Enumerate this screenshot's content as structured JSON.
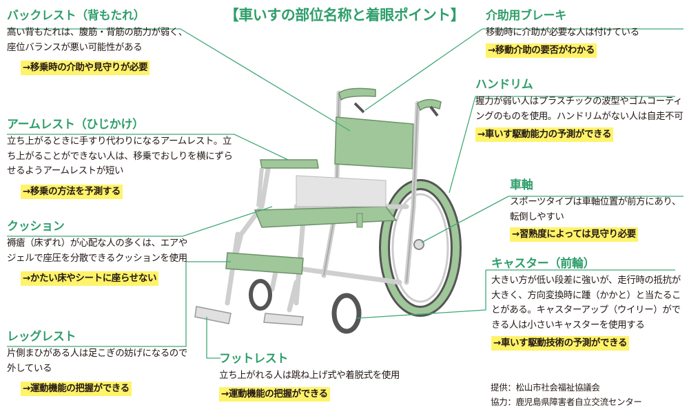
{
  "title": "【車いすの部位名称と着眼ポイント】",
  "sections": {
    "backrest": {
      "heading": "バックレスト（背もたれ）",
      "body": "高い背もたれは、腹筋・背筋の筋力が弱く、座位バランスが悪い可能性がある",
      "point": "→移乗時の介助や見守りが必要"
    },
    "armrest": {
      "heading": "アームレスト（ひじかけ）",
      "body": "立ち上がるときに手すり代わりになるアームレスト。立ち上がることができない人は、移乗でおしりを横にずらせるようアームレストが短い",
      "point": "→移乗の方法を予測する"
    },
    "cushion": {
      "heading": "クッション",
      "body": "褥瘡（床ずれ）が心配な人の多くは、エアやジェルで座圧を分散できるクッションを使用",
      "point": "→かたい床やシートに座らせない"
    },
    "legrest": {
      "heading": "レッグレスト",
      "body": "片側まひがある人は足こぎの妨げになるので外している",
      "point": "→運動機能の把握ができる"
    },
    "footrest": {
      "heading": "フットレスト",
      "body": "立ち上がれる人は跳ね上げ式や着脱式を使用",
      "point": "→運動機能の把握ができる"
    },
    "brake": {
      "heading": "介助用ブレーキ",
      "body": "移動時に介助が必要な人は付けている",
      "point": "→移動介助の要否がわかる"
    },
    "handrim": {
      "heading": "ハンドリム",
      "body": "握力が弱い人はプラスチックの波型やゴムコーティングのものを使用。ハンドリムがない人は自走不可",
      "point": "→車いす駆動能力の予測ができる"
    },
    "axle": {
      "heading": "車軸",
      "body": "スポーツタイプは車軸位置が前方にあり、転倒しやすい",
      "point": "→習熟度によっては見守り必要"
    },
    "caster": {
      "heading": "キャスター（前輪）",
      "body": "大きい方が低い段差に強いが、走行時の抵抗が大きく、方向変換時に踵（かかと）と当たることがある。キャスターアップ（ウイリー）ができる人は小さいキャスターを使用する",
      "point": "→車いす駆動技術の予測ができる"
    }
  },
  "credits": {
    "provided": "提供：松山市社会福祉協議会",
    "cooperation": "協力：鹿児島県障害者自立交流センター"
  },
  "colors": {
    "heading": "#2e9e6a",
    "highlight": "#fff36a",
    "seat": "#9fc79a",
    "frame": "#d8d8d8",
    "leader": "#3fa877"
  }
}
